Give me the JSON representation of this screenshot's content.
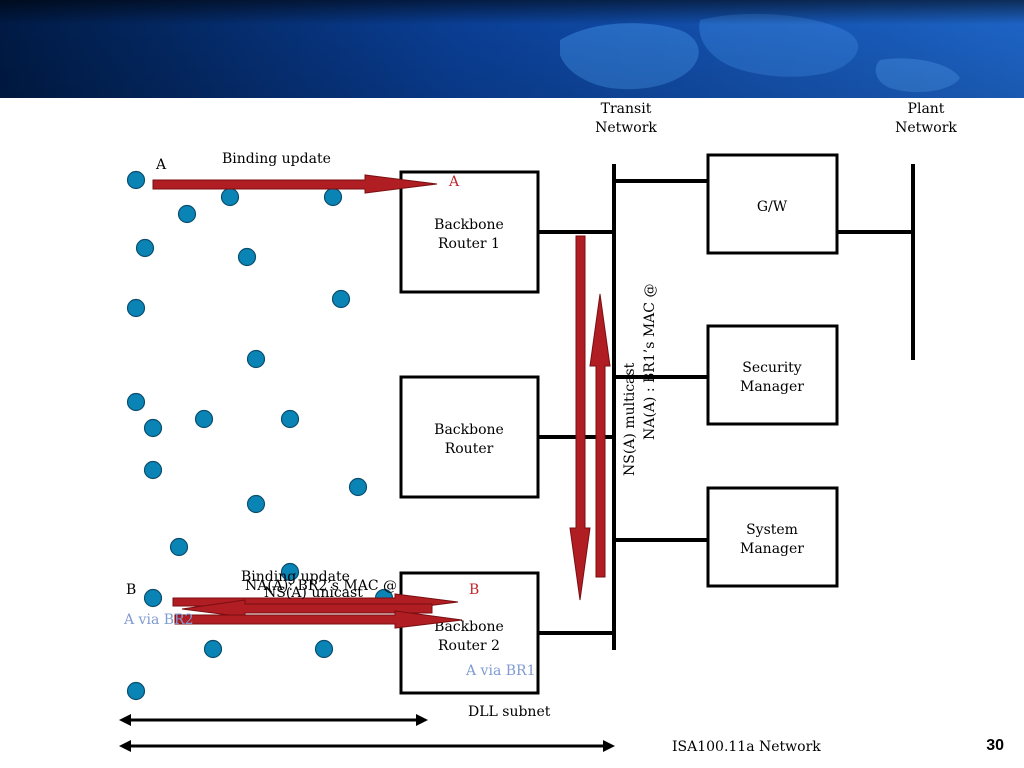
{
  "banner": {
    "colors": {
      "dark": "#001a44",
      "mid": "#0a3e94",
      "light": "#2c7ad8"
    }
  },
  "labels": {
    "transit_network": [
      "Transit",
      "Network"
    ],
    "plant_network": [
      "Plant",
      "Network"
    ],
    "binding_update_top": "Binding update",
    "node_a_left": "A",
    "node_a_right": "A",
    "node_b_left": "B",
    "node_b_right": "B",
    "binding_update_bottom": "Binding update",
    "na_br2_mac": "NA(A): BR2’s MAC @",
    "ns_unicast": "NS(A) unicast",
    "a_via_br2": "A via BR2",
    "a_via_br1": "A via BR1",
    "ns_multicast": "NS(A) multicast",
    "na_br1_mac": "NA(A) : BR1’s MAC @",
    "dll_subnet": "DLL subnet",
    "network_title": "ISA100.11a Network",
    "page_number": "30"
  },
  "boxes": {
    "br1": [
      "Backbone",
      "Router 1"
    ],
    "br": [
      "Backbone",
      "Router"
    ],
    "br2": [
      "Backbone",
      "Router 2"
    ],
    "gw": [
      "G/W"
    ],
    "security": [
      "Security",
      "Manager"
    ],
    "system": [
      "System",
      "Manager"
    ]
  },
  "colors": {
    "arrow": "#b01e23",
    "node": "#0a84b5",
    "red_text": "#c0282d",
    "blue_text": "#7f9bd1"
  }
}
